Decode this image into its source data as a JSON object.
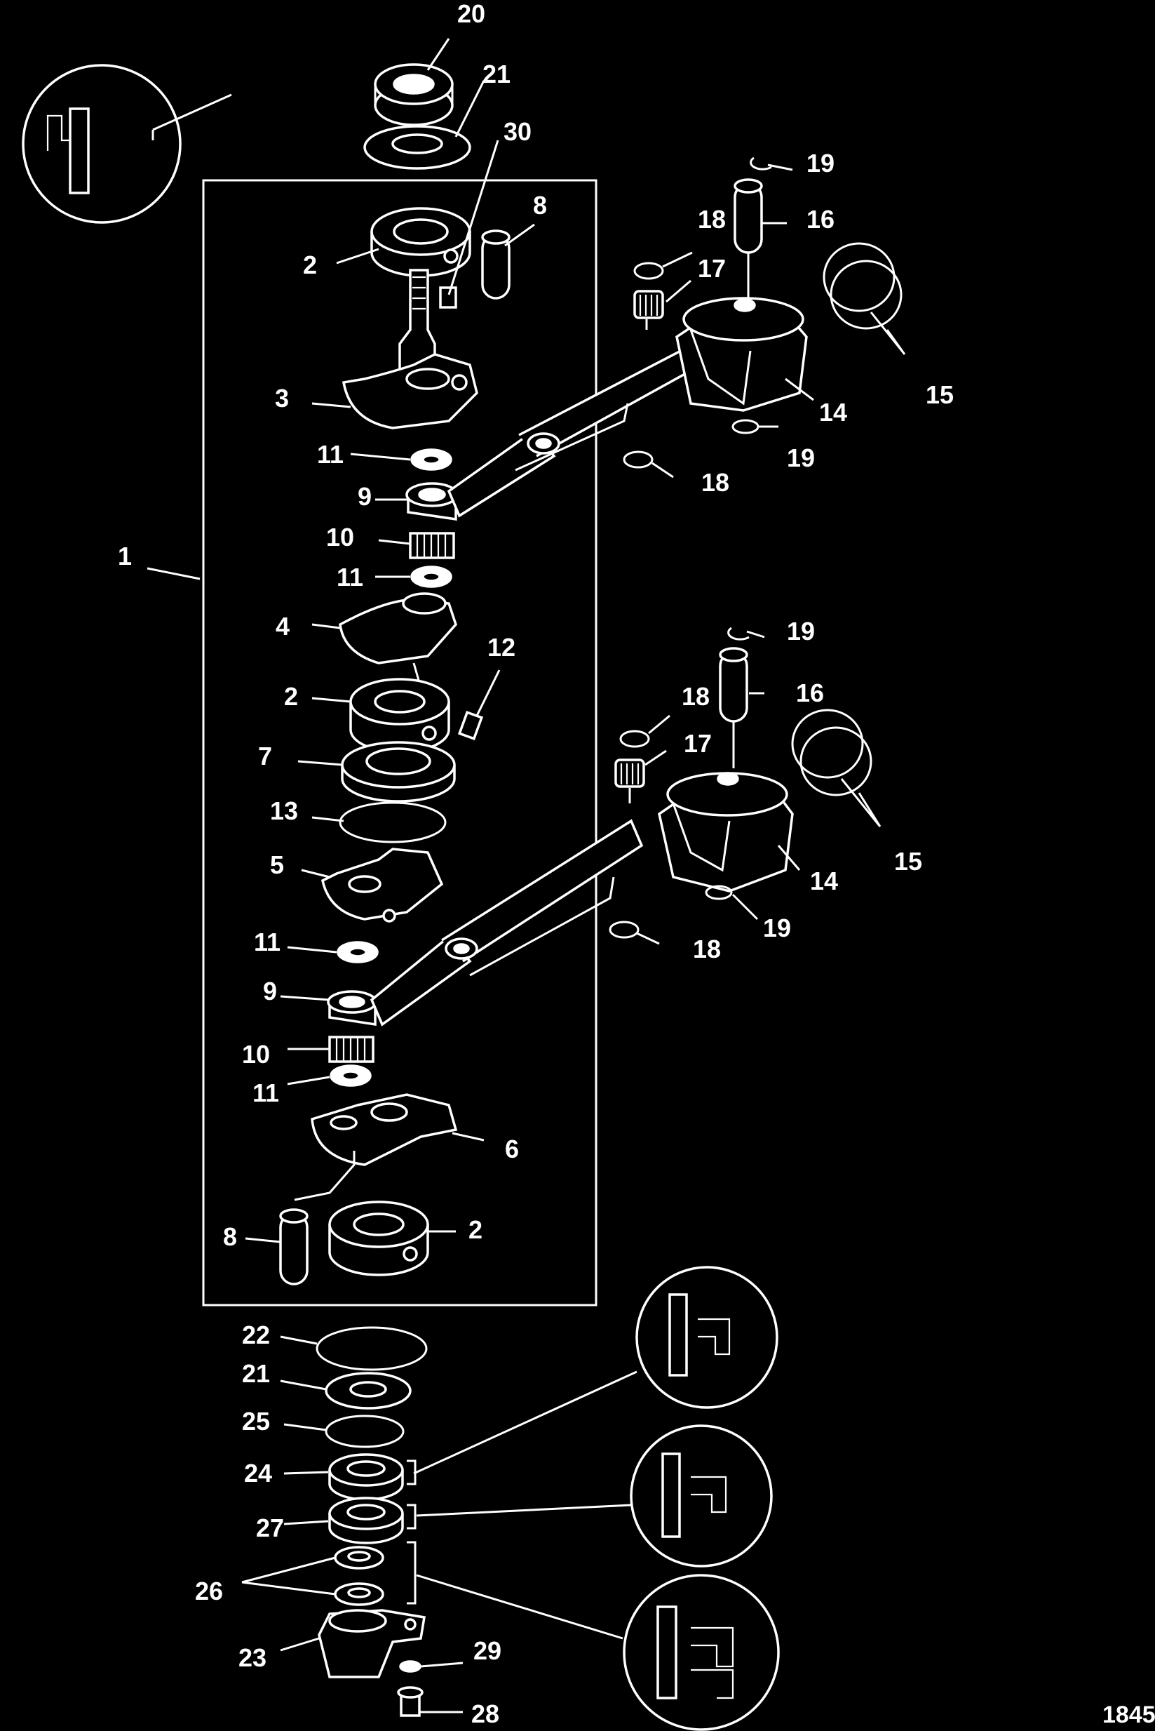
{
  "figure_number": "1845",
  "callouts": [
    {
      "id": "c20a",
      "label": "20"
    },
    {
      "id": "c21a",
      "label": "21"
    },
    {
      "id": "c30",
      "label": "30"
    },
    {
      "id": "c19a",
      "label": "19"
    },
    {
      "id": "c8a",
      "label": "8"
    },
    {
      "id": "c18a",
      "label": "18"
    },
    {
      "id": "c16a",
      "label": "16"
    },
    {
      "id": "c2a",
      "label": "2"
    },
    {
      "id": "c17a",
      "label": "17"
    },
    {
      "id": "c3",
      "label": "3"
    },
    {
      "id": "c14a",
      "label": "14"
    },
    {
      "id": "c15a",
      "label": "15"
    },
    {
      "id": "c11a",
      "label": "11"
    },
    {
      "id": "c19b",
      "label": "19"
    },
    {
      "id": "c18b",
      "label": "18"
    },
    {
      "id": "c9a",
      "label": "9"
    },
    {
      "id": "c10a",
      "label": "10"
    },
    {
      "id": "c1",
      "label": "1"
    },
    {
      "id": "c11b",
      "label": "11"
    },
    {
      "id": "c4",
      "label": "4"
    },
    {
      "id": "c19c",
      "label": "19"
    },
    {
      "id": "c12",
      "label": "12"
    },
    {
      "id": "c2b",
      "label": "2"
    },
    {
      "id": "c18c",
      "label": "18"
    },
    {
      "id": "c16b",
      "label": "16"
    },
    {
      "id": "c17b",
      "label": "17"
    },
    {
      "id": "c7",
      "label": "7"
    },
    {
      "id": "c13",
      "label": "13"
    },
    {
      "id": "c5",
      "label": "5"
    },
    {
      "id": "c14b",
      "label": "14"
    },
    {
      "id": "c15b",
      "label": "15"
    },
    {
      "id": "c19d",
      "label": "19"
    },
    {
      "id": "c11c",
      "label": "11"
    },
    {
      "id": "c18d",
      "label": "18"
    },
    {
      "id": "c9b",
      "label": "9"
    },
    {
      "id": "c10b",
      "label": "10"
    },
    {
      "id": "c11d",
      "label": "11"
    },
    {
      "id": "c6",
      "label": "6"
    },
    {
      "id": "c8b",
      "label": "8"
    },
    {
      "id": "c2c",
      "label": "2"
    },
    {
      "id": "c22",
      "label": "22"
    },
    {
      "id": "c21b",
      "label": "21"
    },
    {
      "id": "c25",
      "label": "25"
    },
    {
      "id": "c24",
      "label": "24"
    },
    {
      "id": "c27",
      "label": "27"
    },
    {
      "id": "c26",
      "label": "26"
    },
    {
      "id": "c29",
      "label": "29"
    },
    {
      "id": "c23",
      "label": "23"
    },
    {
      "id": "c28",
      "label": "28"
    }
  ]
}
